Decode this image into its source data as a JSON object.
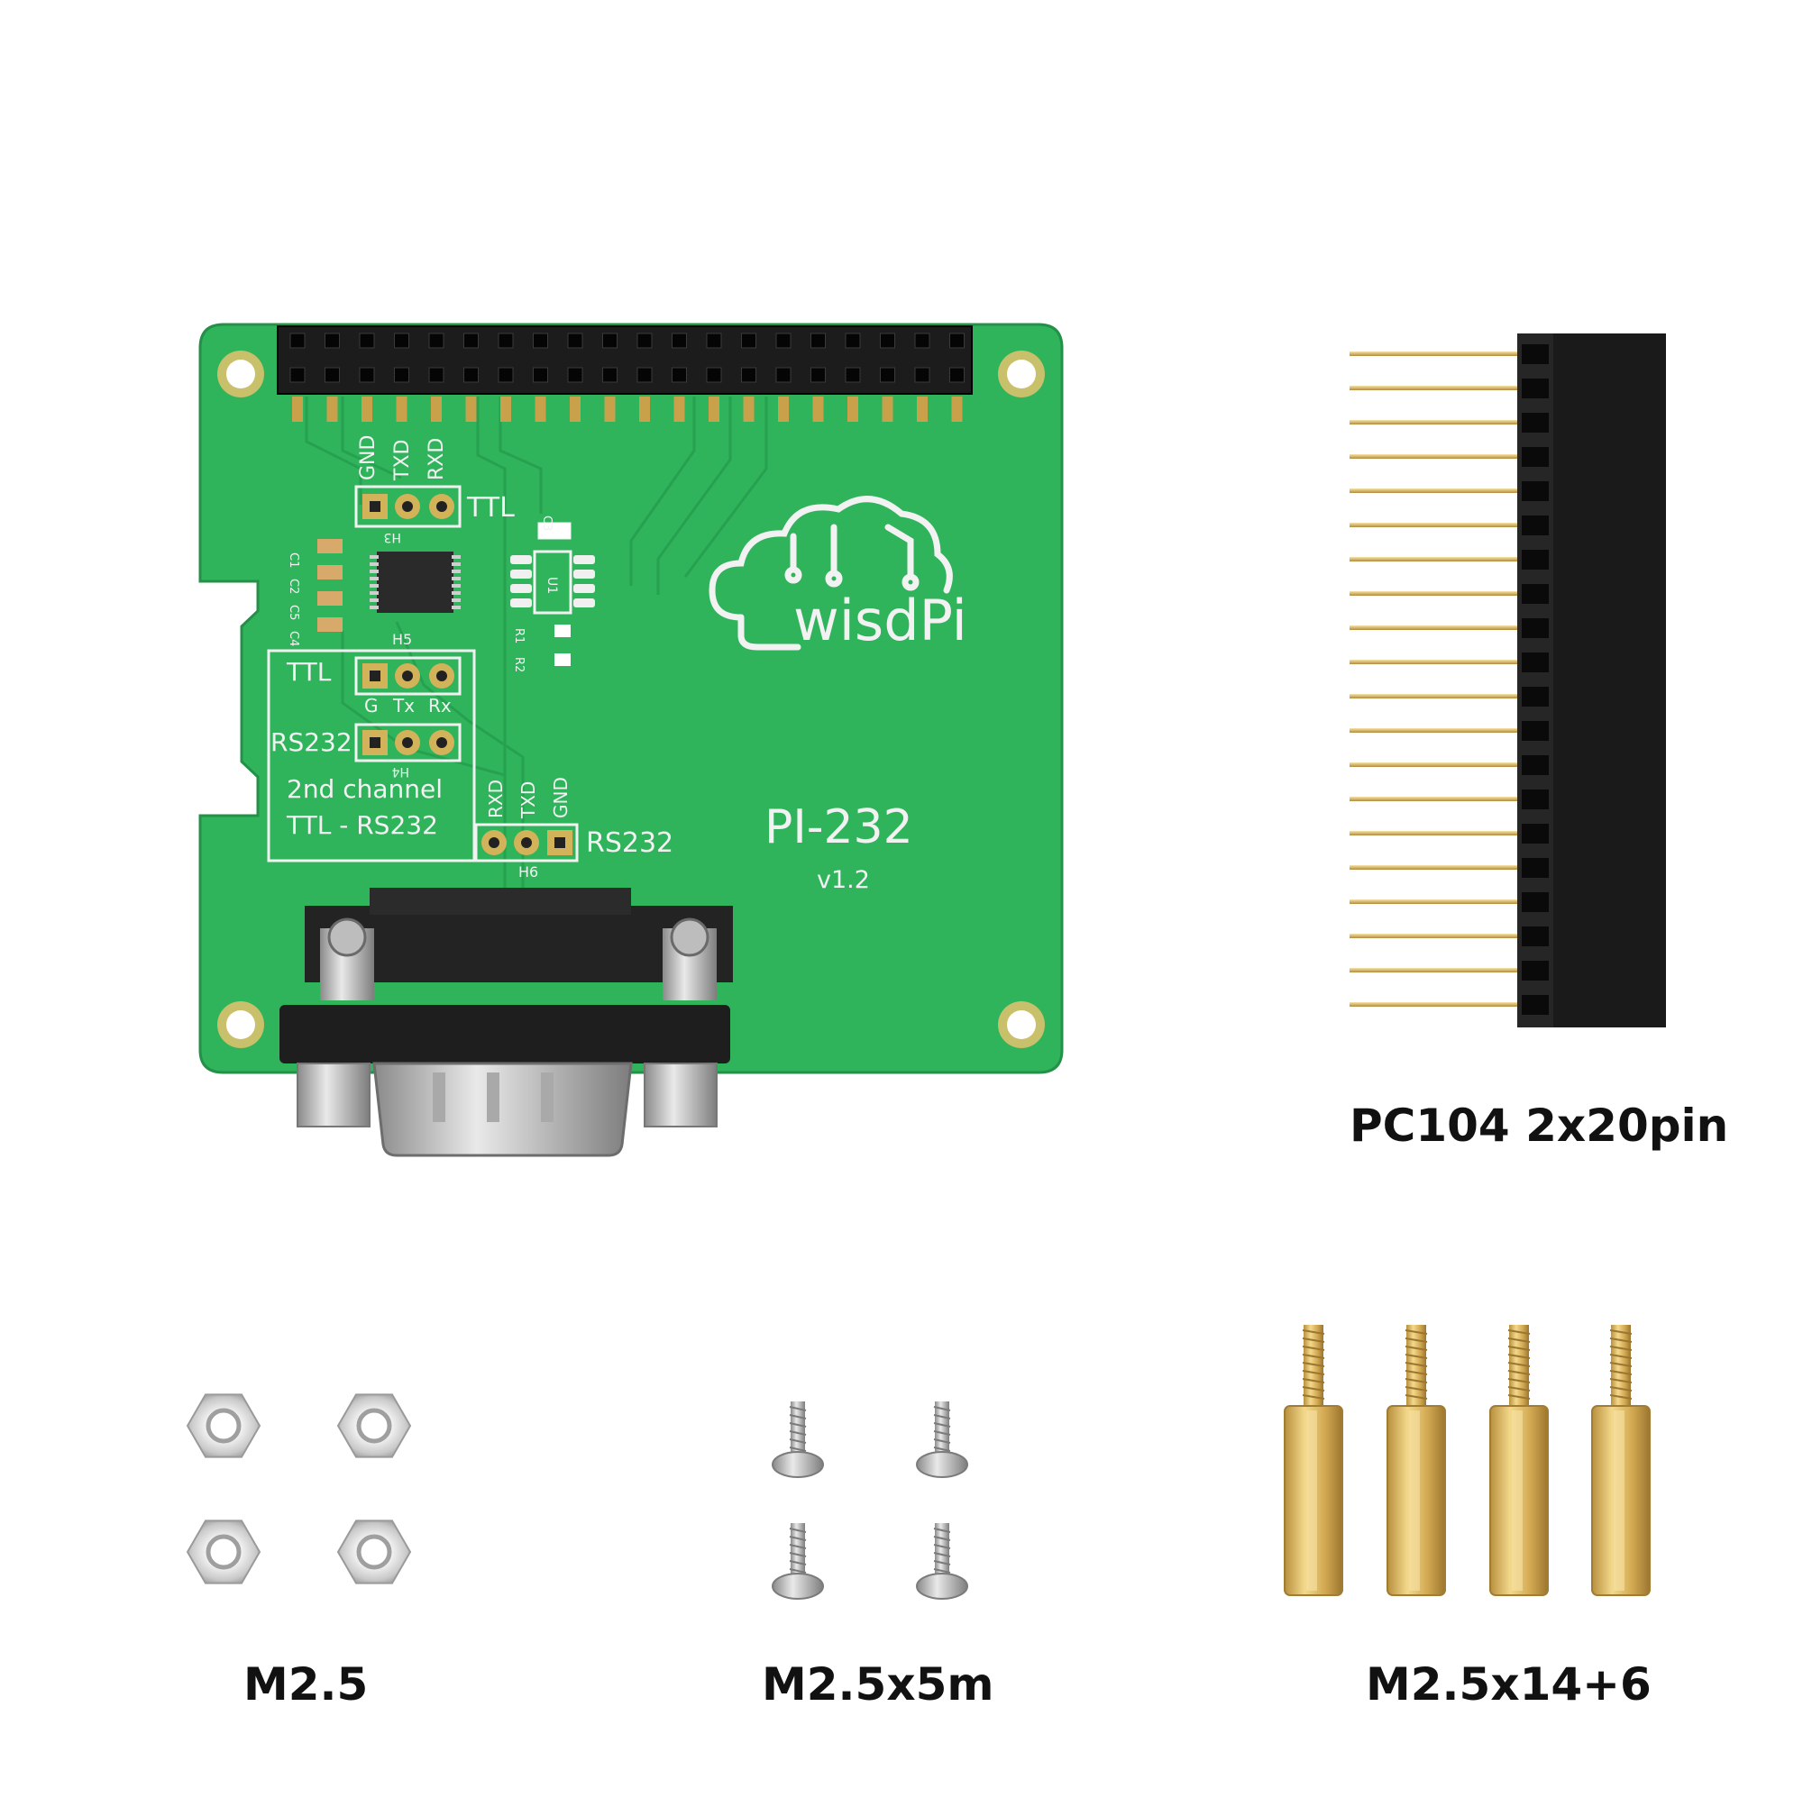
{
  "board": {
    "logo_text": "wisdPi",
    "model": "PI-232",
    "version": "v1.2",
    "header_top_labels": [
      "GND",
      "TXD",
      "RXD"
    ],
    "header_top_tag": "TTL",
    "header_top_ref": "H3",
    "chip_marks": [
      "C1",
      "C2",
      "C3",
      "C5",
      "C4",
      "U1",
      "R1",
      "R2"
    ],
    "h5_ref": "H5",
    "h5_tag": "TTL",
    "h5_pins": [
      "G",
      "Tx",
      "Rx"
    ],
    "h4_tag": "RS232",
    "h4_ref": "H4",
    "box_line1": "2nd channel",
    "box_line2": "TTL - RS232",
    "h6_labels": [
      "RXD",
      "TXD",
      "GND"
    ],
    "h6_tag": "RS232",
    "h6_ref": "H6"
  },
  "labels": {
    "header": "PC104 2x20pin",
    "nuts": "M2.5",
    "screws": "M2.5x5m",
    "standoffs": "M2.5x14+6"
  },
  "colors": {
    "pcb": "#2fb45c",
    "silk": "#f2f2f2",
    "brass": "#d9b460",
    "connector": "#1f1f1f"
  }
}
